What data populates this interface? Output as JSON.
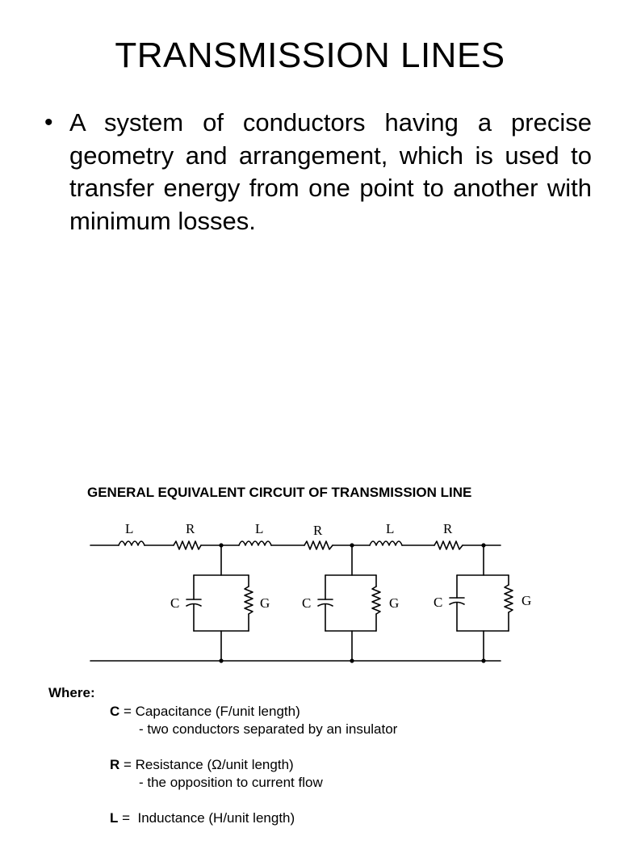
{
  "slide": {
    "title": "TRANSMISSION LINES",
    "bullet": "A system of conductors having a precise geometry and arrangement, which is used to transfer energy from one point to another with minimum losses."
  },
  "circuit": {
    "caption": "GENERAL EQUIVALENT CIRCUIT OF TRANSMISSION LINE",
    "sections": [
      {
        "inductor_label": "L",
        "resistor_label": "R",
        "capacitor_label": "C",
        "conductance_label": "G"
      },
      {
        "inductor_label": "L",
        "resistor_label": "R",
        "capacitor_label": "C",
        "conductance_label": "G"
      },
      {
        "inductor_label": "L",
        "resistor_label": "R",
        "capacitor_label": "C",
        "conductance_label": "G"
      }
    ]
  },
  "definitions": {
    "heading": "Where:",
    "items": [
      {
        "symbol": "C",
        "equals": " = Capacitance (F/unit length)",
        "note": "- two conductors separated by an insulator"
      },
      {
        "symbol": "R",
        "equals": " = Resistance (Ω/unit length)",
        "note": "- the opposition to current flow"
      },
      {
        "symbol": "L",
        "equals": " =  Inductance (H/unit length)",
        "note": ""
      }
    ]
  }
}
